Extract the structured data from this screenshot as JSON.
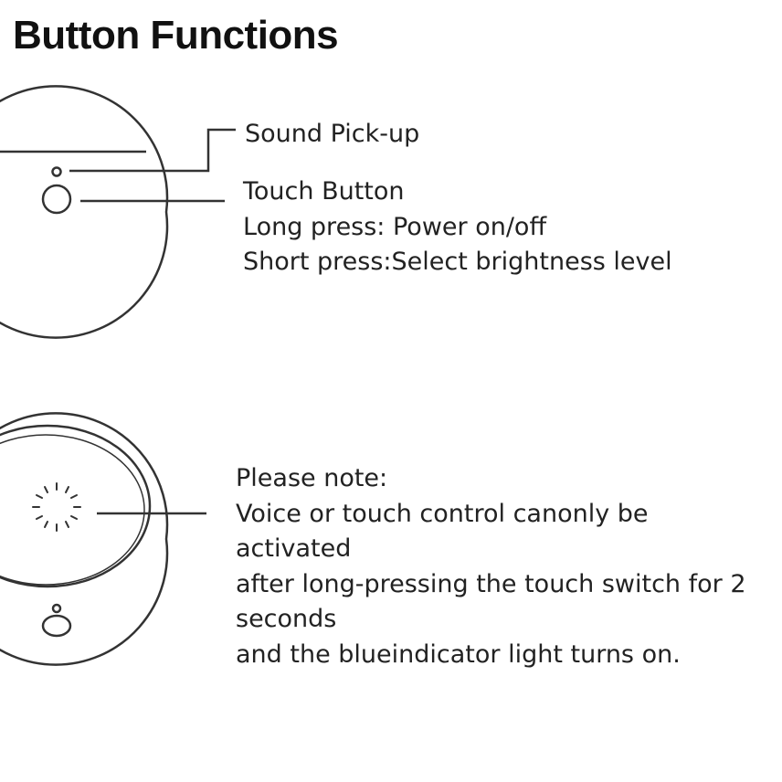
{
  "title": "Button Functions",
  "callouts": {
    "sound_pickup": "Sound Pick-up",
    "touch_button": {
      "heading": "Touch Button",
      "long_press": "Long press: Power on/off",
      "short_press": "Short press:Select brightness level"
    }
  },
  "note": {
    "heading": "Please note:",
    "lines": [
      "Voice or touch control canonly be",
      "activated",
      "after long-pressing the touch switch for 2",
      "seconds",
      "and the blueindicator light turns on."
    ]
  },
  "colors": {
    "line": "#333333",
    "text": "#222222"
  }
}
